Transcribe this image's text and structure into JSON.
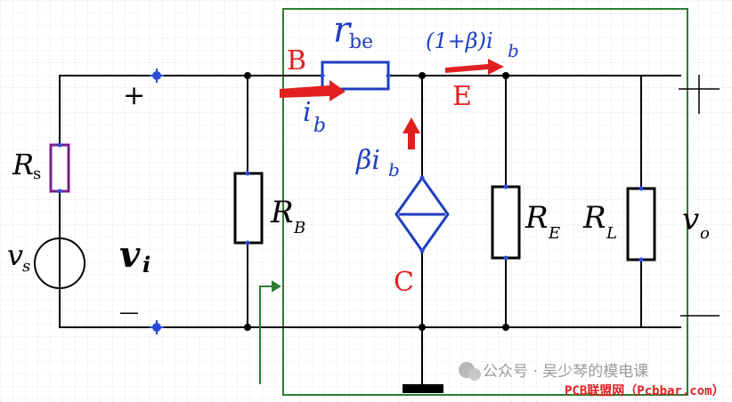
{
  "labels": {
    "rs": "R",
    "rs_sub": "s",
    "vs": "v",
    "vs_sub": "s",
    "vi": "v",
    "vi_sub": "i",
    "rb": "R",
    "rb_sub": "B",
    "rbe": "r",
    "rbe_sub": "be",
    "node_b": "B",
    "node_e": "E",
    "node_c": "C",
    "ib": "i",
    "ib_sub": "b",
    "beta_ib": "βi",
    "beta_ib_sub": "b",
    "emitter_current": "(1+β)i",
    "emitter_current_sub": "b",
    "re": "R",
    "re_sub": "E",
    "rl": "R",
    "rl_sub": "L",
    "vo": "v",
    "vo_sub": "o",
    "plus": "+",
    "minus": "—"
  },
  "watermark": {
    "account": "公众号 · 吴少琴的模电课",
    "site": "PCB联盟网（Pcbbar.com）"
  },
  "colors": {
    "wire": "#000000",
    "blue": "#1e3fbf",
    "red": "#e02020",
    "green_box": "#2e7d32",
    "purple": "#7a1f8a",
    "grid": "#d9d9d9"
  }
}
